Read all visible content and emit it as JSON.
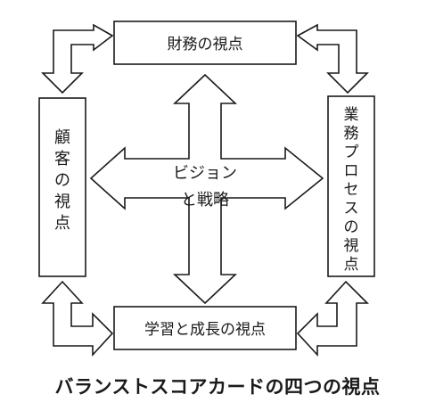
{
  "diagram": {
    "center": {
      "line1": "ビジョン",
      "line2": "と戦略"
    },
    "boxes": {
      "financial": "財務の視点",
      "customer": [
        "顧",
        "客",
        "の",
        "視",
        "点"
      ],
      "process": [
        "業",
        "務",
        "プ",
        "ロ",
        "セ",
        "ス",
        "の",
        "視",
        "点"
      ],
      "learning": "学習と成長の視点"
    },
    "caption": "バランストスコアカードの四つの視点"
  }
}
